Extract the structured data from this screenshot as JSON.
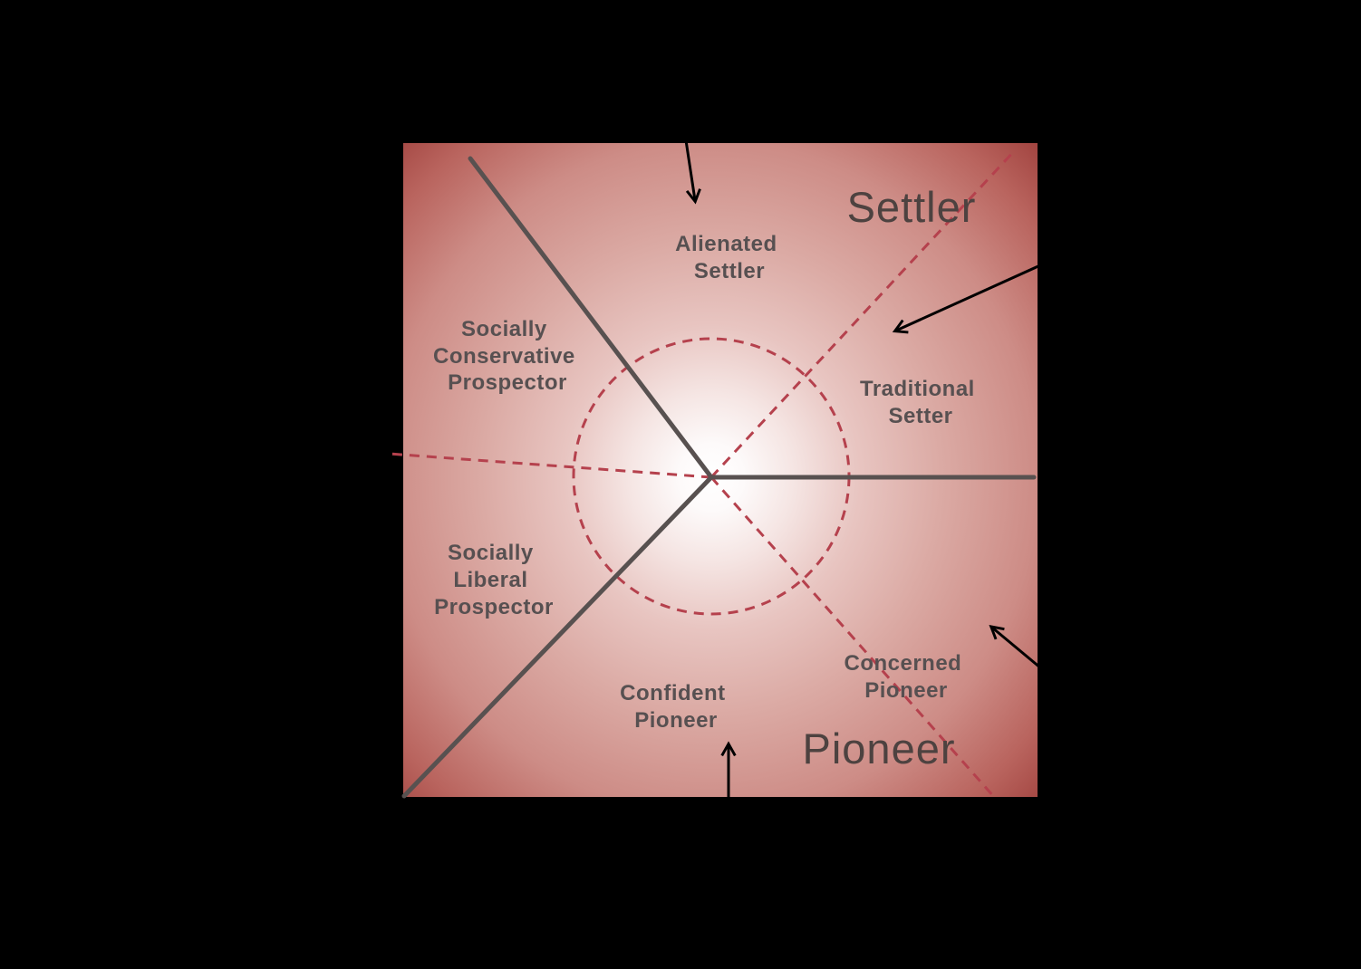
{
  "diagram": {
    "type": "values-modes-segment-map",
    "titles": {
      "settler": "Settler",
      "pioneer": "Pioneer"
    },
    "segments": {
      "alienated_settler": [
        "Alienated",
        "Settler"
      ],
      "socially_conservative_prospector": [
        "Socially",
        "Conservative",
        "Prospector"
      ],
      "traditional_setter": [
        "Traditional",
        "Setter"
      ],
      "socially_liberal_prospector": [
        "Socially",
        "Liberal",
        "Prospector"
      ],
      "confident_pioneer": [
        "Confident",
        "Pioneer"
      ],
      "concerned_pioneer": [
        "Concerned",
        "Pioneer"
      ]
    },
    "colors": {
      "page_background": "#000000",
      "gradient_center": "#ffffff",
      "gradient_corner": "#a24440",
      "boundary_line": "#585150",
      "dashed_line": "#b5414d",
      "label_text": "#575051",
      "title_text": "#4d4240",
      "arrow": "#000000"
    }
  }
}
